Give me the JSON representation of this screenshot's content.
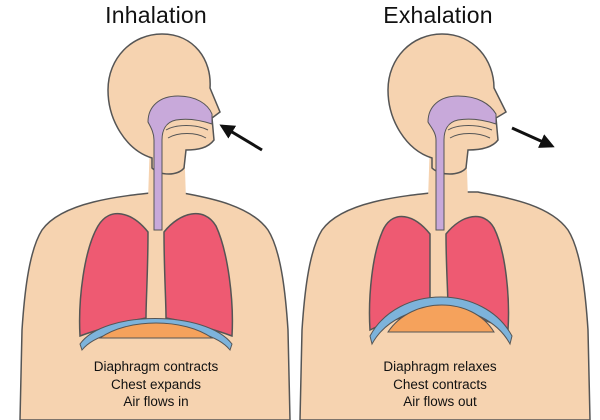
{
  "panels": [
    {
      "title": "Inhalation",
      "caption": [
        "Diaphragm contracts",
        "Chest expands",
        "Air flows in"
      ],
      "airflow": "in"
    },
    {
      "title": "Exhalation",
      "caption": [
        "Diaphragm relaxes",
        "Chest contracts",
        "Air flows out"
      ],
      "airflow": "out"
    }
  ],
  "colors": {
    "skin": "#F6D3B0",
    "outline": "#555555",
    "airway": "#C8A9DA",
    "lungs": "#EE5A72",
    "diaphragm_band": "#7DB3DB",
    "diaphragm_fill": "#F5A25C"
  },
  "icons": [
    "arrow-in-icon",
    "arrow-out-icon"
  ]
}
